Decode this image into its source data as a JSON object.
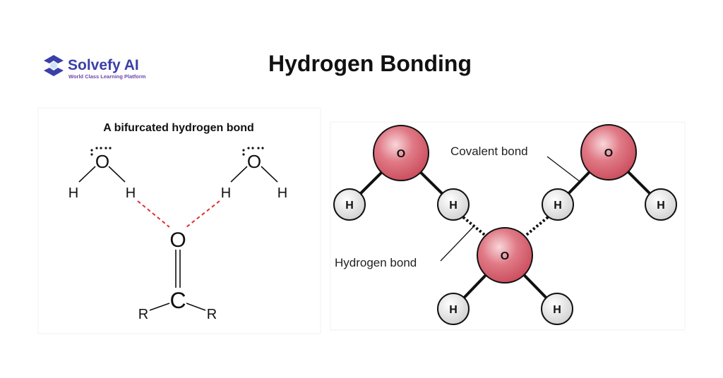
{
  "logo": {
    "name": "Solvefy AI",
    "tagline": "World  Class Learning Platform"
  },
  "title": "Hydrogen Bonding",
  "left_diagram": {
    "title": "A bifurcated hydrogen bond",
    "atoms": {
      "o": "O",
      "h": "H",
      "c": "C",
      "r": "R"
    }
  },
  "right_diagram": {
    "atoms": {
      "o": "O",
      "h": "H"
    },
    "labels": {
      "covalent": "Covalent bond",
      "hydrogen": "Hydrogen bond"
    }
  },
  "colors": {
    "brand": "#3b3fa8",
    "oxygen": "#d9616f",
    "hbond_red": "#e03030"
  }
}
